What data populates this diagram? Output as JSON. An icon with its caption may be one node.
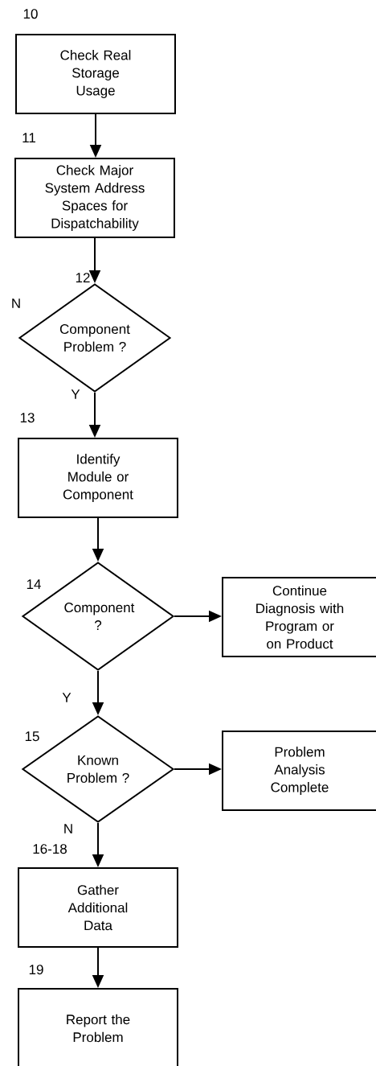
{
  "diagram": {
    "nodes": [
      {
        "text": [
          "Check Real Storage Usage"
        ],
        "beside": [
          "10"
        ]
      },
      {
        "text": [
          "Check Major System Address Spaces for Dispatchability"
        ],
        "beside": [
          "11"
        ]
      },
      {
        "text": [
          "Component Problem ?"
        ],
        "beside": [
          "12"
        ]
      },
      {
        "text": [
          "Identify Module or Component"
        ],
        "beside": [
          "13"
        ]
      },
      {
        "text": [
          "Component ?"
        ],
        "beside": [
          "14"
        ]
      },
      {
        "text": [
          "Continue Diagnosis with Program or on Product"
        ]
      },
      {
        "text": [
          "Known Problem ?"
        ],
        "beside": [
          "15"
        ]
      },
      {
        "text": [
          "Problem Analysis Complete"
        ]
      },
      {
        "text": [
          "Gather Additional Data"
        ],
        "beside": [
          "16-18"
        ]
      },
      {
        "text": [
          "Report the Problem"
        ],
        "beside": [
          "19"
        ]
      }
    ],
    "edges": [
      {
        "from": 0,
        "to": 1,
        "arrow": "to"
      },
      {
        "from": 1,
        "to": 2,
        "arrow": "to"
      },
      {
        "from": 2,
        "to": 3,
        "arrow": "to",
        "label": "Y"
      },
      {
        "from": 3,
        "to": 4,
        "arrow": "to"
      },
      {
        "from": 4,
        "to": 5,
        "arrow": "to"
      },
      {
        "from": 4,
        "to": 6,
        "arrow": "to",
        "label": "Y"
      },
      {
        "from": 6,
        "to": 7,
        "arrow": "to"
      },
      {
        "from": 6,
        "to": 8,
        "arrow": "to",
        "label": "N"
      },
      {
        "from": 8,
        "to": 9,
        "arrow": "to"
      }
    ],
    "labels": [
      "N"
    ]
  }
}
